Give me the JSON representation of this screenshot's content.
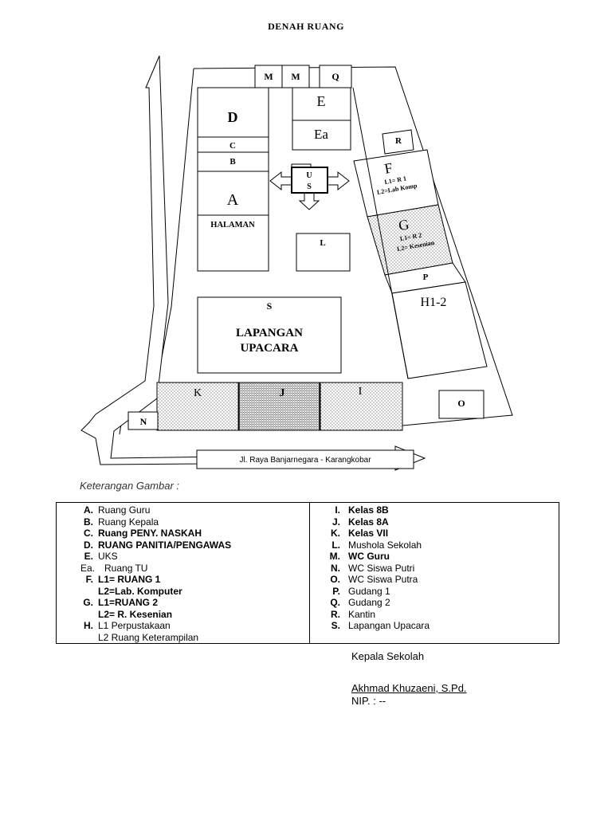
{
  "title": "DENAH RUANG",
  "rooms": {
    "M1": "M",
    "M2": "M",
    "Q": "Q",
    "E": "E",
    "Ea": "Ea",
    "D": "D",
    "C": "C",
    "B": "B",
    "A": "A",
    "halaman": "HALAMAN",
    "U": "U",
    "S_u": "S",
    "R": "R",
    "F": "F",
    "F_l1": "L1= R 1",
    "F_l2": "L2=Lab Komp",
    "G": "G",
    "G_l1": "L1= R 2",
    "G_l2": "L2= Kesenian",
    "P": "P",
    "H": "H1-2",
    "L": "L",
    "S": "S",
    "lapangan1": "LAPANGAN",
    "lapangan2": "UPACARA",
    "K": "K",
    "J": "J",
    "I": "I",
    "N": "N",
    "O": "O"
  },
  "road": "Jl. Raya Banjarnegara - Karangkobar",
  "legend_caption": "Keterangan Gambar :",
  "legend_left": [
    {
      "k": "A.",
      "v": "Ruang Guru",
      "bold": false
    },
    {
      "k": "B.",
      "v": "Ruang Kepala",
      "bold": false
    },
    {
      "k": "C.",
      "v": "Ruang PENY. NASKAH",
      "bold": true
    },
    {
      "k": "D.",
      "v": "RUANG PANITIA/PENGAWAS",
      "bold": true
    },
    {
      "k": "E.",
      "v": "UKS",
      "bold": false
    },
    {
      "k": "Ea.",
      "v": "Ruang TU",
      "bold": false,
      "plain": true
    },
    {
      "k": "F.",
      "v": "L1= RUANG 1",
      "bold": true
    },
    {
      "k": "",
      "v": "L2=Lab. Komputer",
      "bold": true
    },
    {
      "k": "G.",
      "v": "L1=RUANG 2",
      "bold": true
    },
    {
      "k": "",
      "v": "L2= R. Kesenian",
      "bold": true
    },
    {
      "k": "H.",
      "v": "L1 Perpustakaan",
      "bold": false
    },
    {
      "k": "",
      "v": "L2 Ruang Keterampilan",
      "bold": false
    }
  ],
  "legend_right": [
    {
      "k": "I.",
      "v": "Kelas 8B",
      "bold": true
    },
    {
      "k": "J.",
      "v": "Kelas 8A",
      "bold": true
    },
    {
      "k": "K.",
      "v": "Kelas VII",
      "bold": true
    },
    {
      "k": "L.",
      "v": "Mushola Sekolah",
      "bold": false
    },
    {
      "k": "M.",
      "v": "WC Guru",
      "bold": true
    },
    {
      "k": "N.",
      "v": "WC Siswa Putri",
      "bold": false
    },
    {
      "k": "O.",
      "v": "WC Siswa Putra",
      "bold": false
    },
    {
      "k": "P.",
      "v": "Gudang 1",
      "bold": false
    },
    {
      "k": "Q.",
      "v": "Gudang 2",
      "bold": false
    },
    {
      "k": "R.",
      "v": "Kantin",
      "bold": false
    },
    {
      "k": "S.",
      "v": "Lapangan Upacara",
      "bold": false
    }
  ],
  "signature": {
    "role": "Kepala Sekolah",
    "name": "Akhmad Khuzaeni,  S.Pd.",
    "nip": "NIP. : --"
  }
}
